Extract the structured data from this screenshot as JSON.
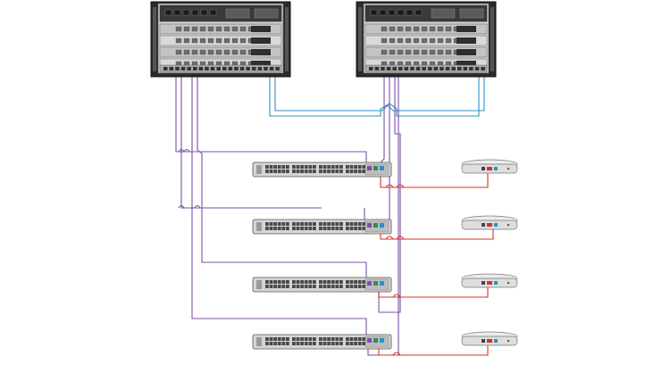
{
  "diagram": {
    "title": "",
    "chassis": [
      {
        "id": "chassis-left",
        "model_label": "",
        "type": "modular-chassis"
      },
      {
        "id": "chassis-right",
        "model_label": "",
        "type": "modular-chassis"
      }
    ],
    "switches": [
      {
        "id": "switch-1",
        "type": "48-port-access-switch"
      },
      {
        "id": "switch-2",
        "type": "48-port-access-switch"
      },
      {
        "id": "switch-3",
        "type": "48-port-access-switch"
      },
      {
        "id": "switch-4",
        "type": "48-port-access-switch"
      }
    ],
    "access_points": [
      {
        "id": "ap-1",
        "type": "ceiling-access-point"
      },
      {
        "id": "ap-2",
        "type": "ceiling-access-point"
      },
      {
        "id": "ap-3",
        "type": "ceiling-access-point"
      },
      {
        "id": "ap-4",
        "type": "ceiling-access-point"
      }
    ],
    "link_colors": {
      "uplink": "#7b4fa8",
      "chassis_interconnect": "#2f8fc5",
      "ap_link": "#d9302a"
    }
  }
}
